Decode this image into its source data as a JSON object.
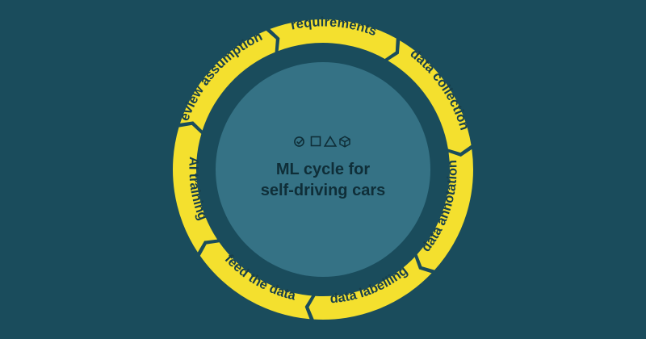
{
  "colors": {
    "background": "#1a4c5c",
    "ring": "#f4e02e",
    "ring_text": "#173f4c",
    "inner_band": "#1a4c5c",
    "center_fill": "#357285",
    "center_text": "#0f2e38",
    "icon_stroke": "#0f2e38"
  },
  "center": {
    "title_line1": "ML cycle for",
    "title_line2": "self-driving cars",
    "icons": [
      "check-circle-icon",
      "square-icon",
      "triangle-icon",
      "cube-icon"
    ]
  },
  "cycle": {
    "steps": [
      {
        "label": "data collection"
      },
      {
        "label": "data annotation"
      },
      {
        "label": "data labelling"
      },
      {
        "label": "feed the data"
      },
      {
        "label": "AI training"
      },
      {
        "label": "review assumptions"
      },
      {
        "label": "requirements"
      }
    ]
  }
}
